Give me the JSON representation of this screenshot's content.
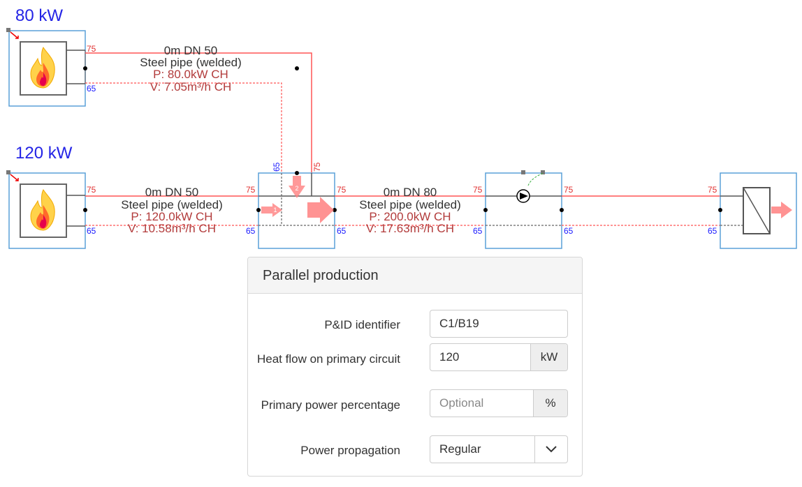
{
  "diagram": {
    "boiler_top": {
      "power": "80 kW",
      "supply_temp": "75",
      "return_temp": "65"
    },
    "boiler_bottom": {
      "power": "120 kW",
      "supply_temp": "75",
      "return_temp": "65"
    },
    "pipe_top": {
      "name": "0m DN 50",
      "material": "Steel pipe (welded)",
      "power": "P: 80.0kW CH",
      "flow": "V: 7.05m³/h CH"
    },
    "pipe_bottom": {
      "name": "0m DN 50",
      "material": "Steel pipe (welded)",
      "power": "P: 120.0kW CH",
      "flow": "V: 10.58m³/h CH"
    },
    "pipe_main": {
      "name": "0m DN 80",
      "material": "Steel pipe (welded)",
      "power": "P: 200.0kW CH",
      "flow": "V: 17.63m³/h CH"
    },
    "mixer": {
      "temp_top_return": "65",
      "temp_top_supply": "75",
      "temp_left_supply": "75",
      "temp_left_return": "65",
      "temp_right_supply": "75",
      "temp_right_return": "65",
      "inlet_1": "1",
      "inlet_2": "2"
    },
    "pump": {
      "temp_left_supply": "75",
      "temp_left_return": "65",
      "temp_right_supply": "75",
      "temp_right_return": "65"
    },
    "consumer": {
      "temp_supply": "75",
      "temp_return": "65"
    },
    "colors": {
      "supply": "#ff4d4d",
      "return": "#ff4d4d",
      "return_label": "#1a1aff",
      "box_border": "#5aa0d8",
      "power_label": "#2424e6",
      "pipe_value": "#b23b3b"
    }
  },
  "panel": {
    "title": "Parallel production",
    "fields": {
      "pid": {
        "label": "P&ID identifier",
        "value": "C1/B19"
      },
      "heat_flow": {
        "label": "Heat flow on primary circuit",
        "value": "120",
        "unit": "kW"
      },
      "power_pct": {
        "label": "Primary power percentage",
        "placeholder": "Optional",
        "unit": "%"
      },
      "propagation": {
        "label": "Power propagation",
        "value": "Regular"
      }
    }
  }
}
